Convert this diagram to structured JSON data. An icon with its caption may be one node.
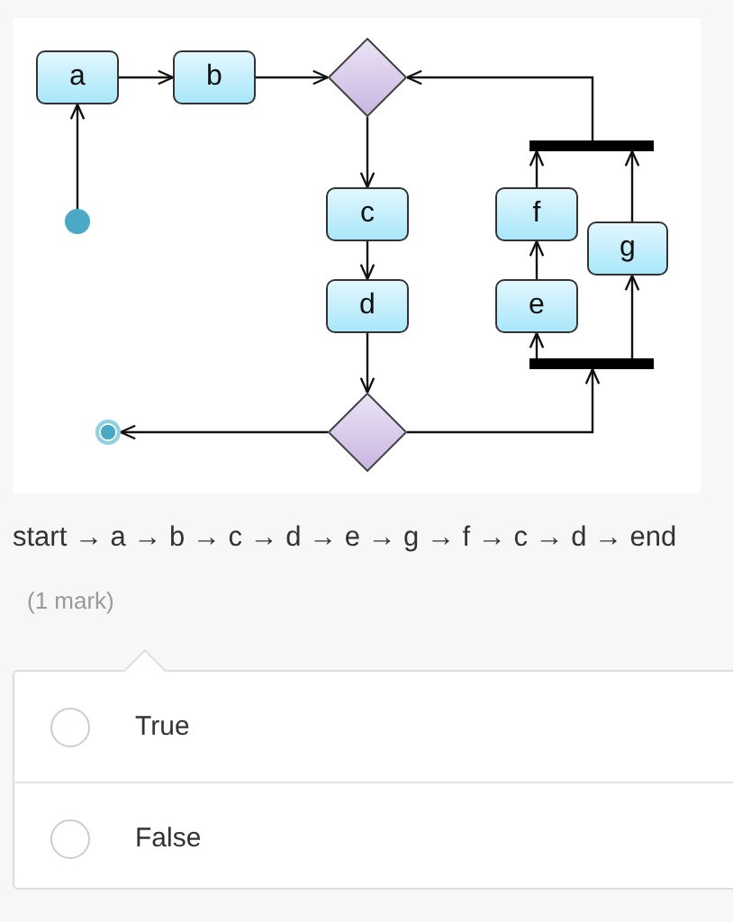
{
  "diagram": {
    "nodes": [
      {
        "text": [
          "a"
        ]
      },
      {
        "text": [
          "b"
        ]
      },
      {
        "text": [],
        "shape": "diamond"
      },
      {
        "text": [],
        "shape": "bar"
      },
      {
        "text": [
          "c"
        ]
      },
      {
        "text": [
          "f"
        ]
      },
      {
        "text": [
          "g"
        ]
      },
      {
        "text": [],
        "shape": "circle"
      },
      {
        "text": [
          "d"
        ]
      },
      {
        "text": [
          "e"
        ]
      },
      {
        "text": [],
        "shape": "bar"
      },
      {
        "text": [],
        "shape": "diamond"
      },
      {
        "text": [],
        "shape": "bullseye"
      }
    ],
    "edges": [
      {
        "from": 7,
        "to": 0,
        "arrow": "to"
      },
      {
        "from": 0,
        "to": 1,
        "arrow": "to"
      },
      {
        "from": 1,
        "to": 2,
        "arrow": "to"
      },
      {
        "from": 3,
        "to": 2,
        "arrow": "to"
      },
      {
        "from": 2,
        "to": 4,
        "arrow": "to"
      },
      {
        "from": 4,
        "to": 8,
        "arrow": "to"
      },
      {
        "from": 8,
        "to": 11,
        "arrow": "to"
      },
      {
        "from": 11,
        "to": 12,
        "arrow": "to"
      },
      {
        "from": 11,
        "to": 10,
        "arrow": "to"
      },
      {
        "from": 10,
        "to": 9,
        "arrow": "to"
      },
      {
        "from": 10,
        "to": 6,
        "arrow": "to"
      },
      {
        "from": 9,
        "to": 5,
        "arrow": "to"
      },
      {
        "from": 5,
        "to": 3,
        "arrow": "to"
      },
      {
        "from": 6,
        "to": 3,
        "arrow": "to"
      }
    ],
    "labels": [
      "start → a → b → c → d → e → g → f → c → d → end",
      "(1 mark)",
      "True",
      "False"
    ]
  }
}
